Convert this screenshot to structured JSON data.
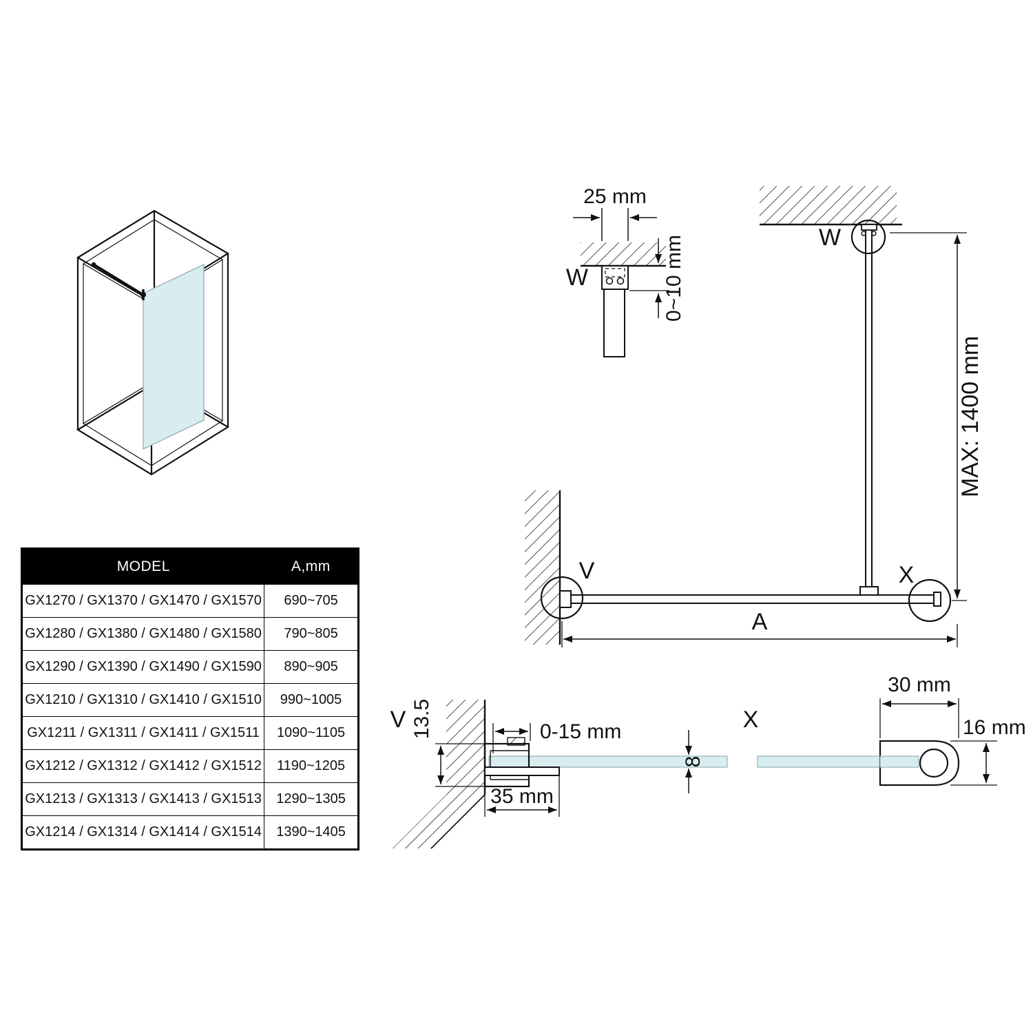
{
  "table": {
    "header": {
      "model": "MODEL",
      "dimension": "A,mm"
    },
    "rows": [
      {
        "model": "GX1270 / GX1370 / GX1470 / GX1570",
        "dimension": "690~705"
      },
      {
        "model": "GX1280 / GX1380 / GX1480 / GX1580",
        "dimension": "790~805"
      },
      {
        "model": "GX1290 / GX1390 / GX1490 / GX1590",
        "dimension": "890~905"
      },
      {
        "model": "GX1210 / GX1310 / GX1410 / GX1510",
        "dimension": "990~1005"
      },
      {
        "model": "GX1211 / GX1311 / GX1411 / GX1511",
        "dimension": "1090~1105"
      },
      {
        "model": "GX1212 / GX1312 / GX1412 / GX1512",
        "dimension": "1190~1205"
      },
      {
        "model": "GX1213 / GX1313 / GX1413 / GX1513",
        "dimension": "1290~1305"
      },
      {
        "model": "GX1214 / GX1314 / GX1414 / GX1514",
        "dimension": "1390~1405"
      }
    ]
  },
  "diagram": {
    "detail_w": {
      "label": "W",
      "width_label": "25 mm",
      "gap_label": "0~10 mm"
    },
    "elevation": {
      "ceiling_detail_label": "W",
      "wall_detail_label": "V",
      "end_detail_label": "X",
      "max_height_label": "MAX: 1400 mm",
      "width_label": "A"
    },
    "detail_v": {
      "label": "V",
      "depth_label": "13.5",
      "adjust_label": "0-15 mm",
      "width_label": "35 mm",
      "glass_label": "8"
    },
    "detail_x": {
      "label": "X",
      "width_label": "30 mm",
      "height_label": "16 mm"
    }
  },
  "colors": {
    "glass": "#d9edf0",
    "line": "#111111"
  }
}
